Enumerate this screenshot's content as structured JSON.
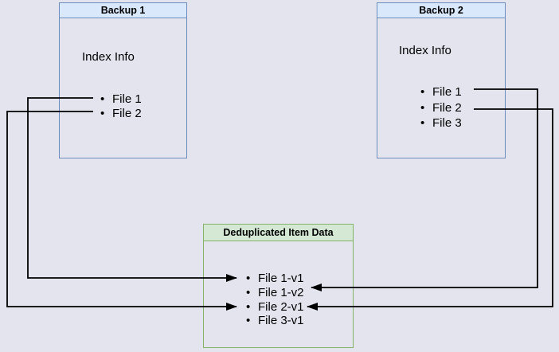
{
  "bullet": "•",
  "colors": {
    "background": "#e4e4ee",
    "blue_border": "#6c8ebf",
    "blue_header_fill": "#dae8fc",
    "green_border": "#82b366",
    "green_header_fill": "#d5e8d4",
    "connector": "#000000"
  },
  "boxes": {
    "backup1": {
      "title": "Backup 1",
      "subtitle": "Index Info",
      "items": [
        "File 1",
        "File 2"
      ]
    },
    "backup2": {
      "title": "Backup 2",
      "subtitle": "Index Info",
      "items": [
        "File 1",
        "File 2",
        "File 3"
      ]
    },
    "dedup": {
      "title": "Deduplicated Item Data",
      "items": [
        "File 1-v1",
        "File 1-v2",
        "File 2-v1",
        "File 3-v1"
      ]
    }
  },
  "connections": [
    {
      "from": "Backup 1 / File 1",
      "to": "Deduplicated Item Data / File 1-v1"
    },
    {
      "from": "Backup 1 / File 2",
      "to": "Deduplicated Item Data / File 2-v1"
    },
    {
      "from": "Backup 2 / File 1",
      "to": "Deduplicated Item Data / File 1-v2"
    },
    {
      "from": "Backup 2 / File 2",
      "to": "Deduplicated Item Data / File 2-v1"
    }
  ]
}
